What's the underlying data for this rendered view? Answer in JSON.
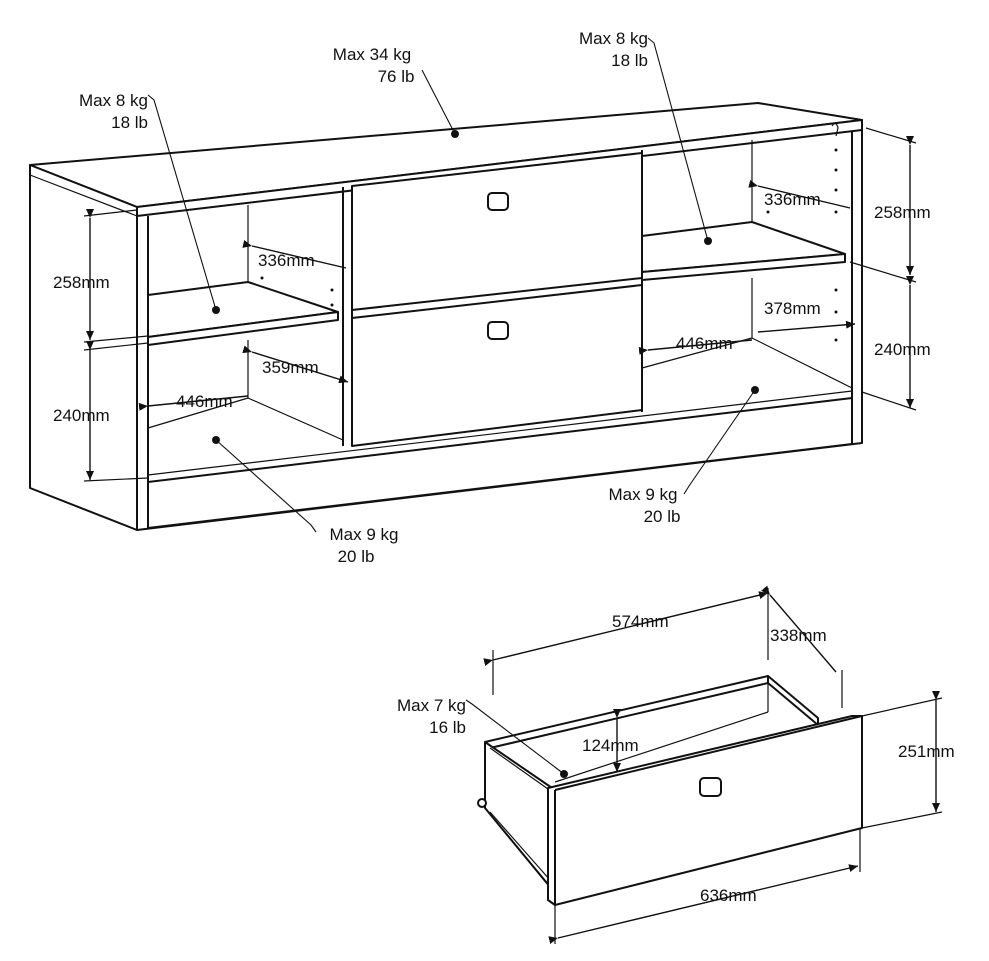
{
  "cabinet": {
    "top_load": {
      "kg": "Max 34 kg",
      "lb": "76 lb"
    },
    "left_shelf_load": {
      "kg": "Max 8 kg",
      "lb": "18 lb"
    },
    "right_shelf_load": {
      "kg": "Max 8 kg",
      "lb": "18 lb"
    },
    "left_bottom_load": {
      "kg": "Max 9 kg",
      "lb": "20 lb"
    },
    "right_bottom_load": {
      "kg": "Max 9 kg",
      "lb": "20 lb"
    },
    "left_upper_height": "258mm",
    "left_lower_height": "240mm",
    "left_upper_depth": "336mm",
    "left_lower_depth": "359mm",
    "left_width": "446mm",
    "right_upper_height": "258mm",
    "right_lower_height": "240mm",
    "right_upper_depth": "336mm",
    "right_lower_depth": "378mm",
    "right_width": "446mm"
  },
  "drawer": {
    "load": {
      "kg": "Max 7 kg",
      "lb": "16 lb"
    },
    "inner_width": "574mm",
    "depth": "338mm",
    "inner_height": "124mm",
    "front_height": "251mm",
    "front_width": "636mm"
  }
}
